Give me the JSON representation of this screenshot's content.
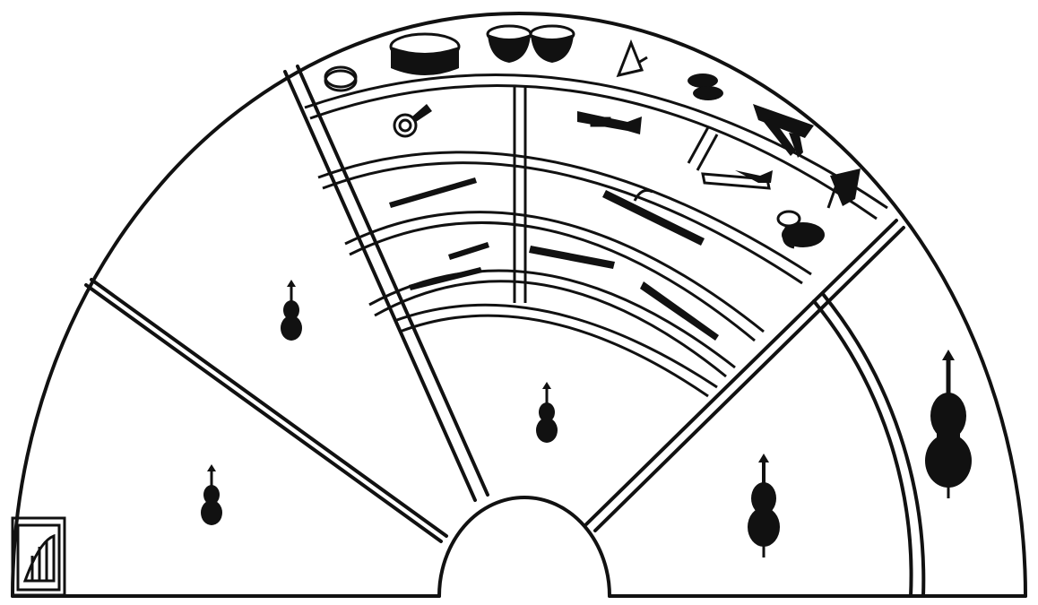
{
  "diagram": {
    "type": "orchestra-seating-chart",
    "ink_color": "#111111",
    "background_color": "#ffffff",
    "sections": [
      {
        "id": "harp",
        "icon": "harp-icon"
      },
      {
        "id": "first-violins",
        "icon": "violin-icon"
      },
      {
        "id": "second-violins",
        "icon": "violin-icon"
      },
      {
        "id": "violas",
        "icon": "violin-icon"
      },
      {
        "id": "cellos",
        "icon": "cello-icon"
      },
      {
        "id": "double-basses",
        "icon": "double-bass-icon"
      },
      {
        "id": "flutes",
        "icon": "flute-icon"
      },
      {
        "id": "oboes",
        "icon": "oboe-icon"
      },
      {
        "id": "clarinets",
        "icon": "clarinet-icon"
      },
      {
        "id": "bassoons",
        "icon": "bassoon-icon"
      },
      {
        "id": "horns",
        "icon": "french-horn-icon"
      },
      {
        "id": "trumpets",
        "icon": "trumpet-icon"
      },
      {
        "id": "trombones",
        "icon": "trombone-icon"
      },
      {
        "id": "tuba",
        "icon": "tuba-icon"
      },
      {
        "id": "percussion",
        "icon": "percussion-row"
      }
    ],
    "percussion_icons": [
      "tambourine-icon",
      "bass-drum-icon",
      "timpani-icon",
      "triangle-icon",
      "cymbals-icon",
      "xylophone-icon",
      "gong-icon"
    ]
  }
}
